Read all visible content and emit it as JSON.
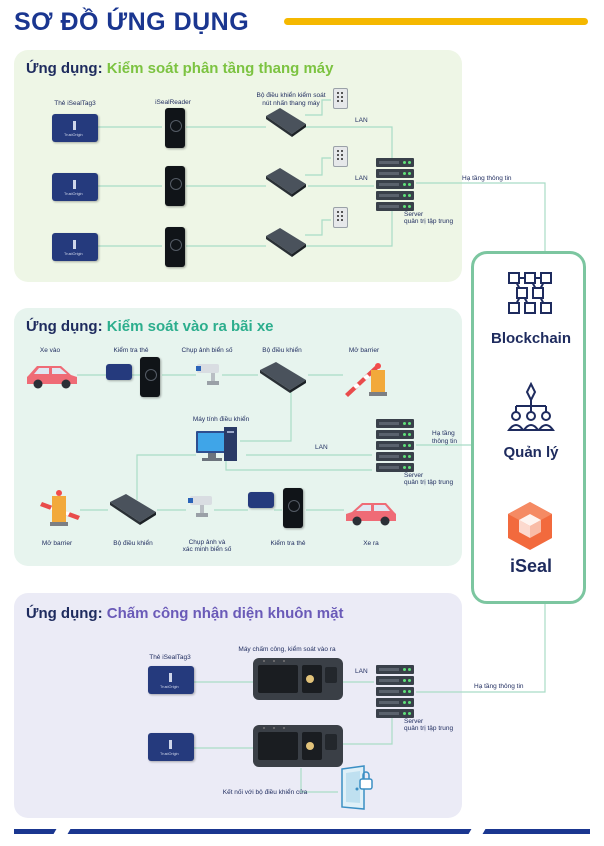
{
  "page_title": "SƠ ĐỒ ỨNG DỤNG",
  "section1": {
    "title_prefix": "Ứng dụng:",
    "title_main": "Kiểm soát phân tầng thang máy",
    "label_card": "Thẻ iSealTag3",
    "label_reader": "iSealReader",
    "label_controller_line1": "Bộ điều khiển kiểm soát",
    "label_controller_line2": "nút nhấn thang máy",
    "lan_labels": [
      "LAN",
      "LAN"
    ],
    "server_line1": "Server",
    "server_line2": "quản trị tập trung",
    "infra_label": "Hạ tầng thông tin"
  },
  "section2": {
    "title_prefix": "Ứng dụng:",
    "title_main": "Kiểm soát vào ra bãi xe",
    "label_car_in": "Xe vào",
    "label_reader_in": "Kiểm tra thẻ",
    "label_camera_in": "Chụp ảnh biển số",
    "label_controller_in": "Bộ điều khiển",
    "label_barrier_in": "Mở barrier",
    "label_computer": "Máy tính  điều khiển",
    "lan_label": "LAN",
    "infra_line1": "Hạ tầng",
    "infra_line2": "thông tin",
    "server_line1": "Server",
    "server_line2": "quản trị tập trung",
    "label_barrier_out": "Mở barrier",
    "label_controller_out": "Bộ điều khiển",
    "label_camera_out_line1": "Chụp ảnh và",
    "label_camera_out_line2": "xác minh biển số",
    "label_reader_out": "Kiểm tra thẻ",
    "label_car_out": "Xe ra"
  },
  "section3": {
    "title_prefix": "Ứng dụng:",
    "title_main": "Chấm công nhận diện khuôn mặt",
    "label_card": "Thẻ iSealTag3",
    "label_device": "Máy chấm công, kiểm soát vào ra",
    "lan_label": "LAN",
    "server_line1": "Server",
    "server_line2": "quản trị tập trung",
    "infra_label": "Hạ tầng thông tin",
    "label_door": "Kết nối với bộ điều khiển cửa"
  },
  "card_brand": "TrustOrigin",
  "hub": {
    "blockchain": "Blockchain",
    "management": "Quản lý",
    "iseal": "iSeal"
  },
  "colors": {
    "title_blue": "#1a3690",
    "accent_yellow": "#f5b800",
    "green": "#7cc341",
    "teal": "#2cae8d",
    "purple": "#6a5ab8",
    "hub_border": "#7cc6a0",
    "iseal_orange": "#f26a3d"
  }
}
